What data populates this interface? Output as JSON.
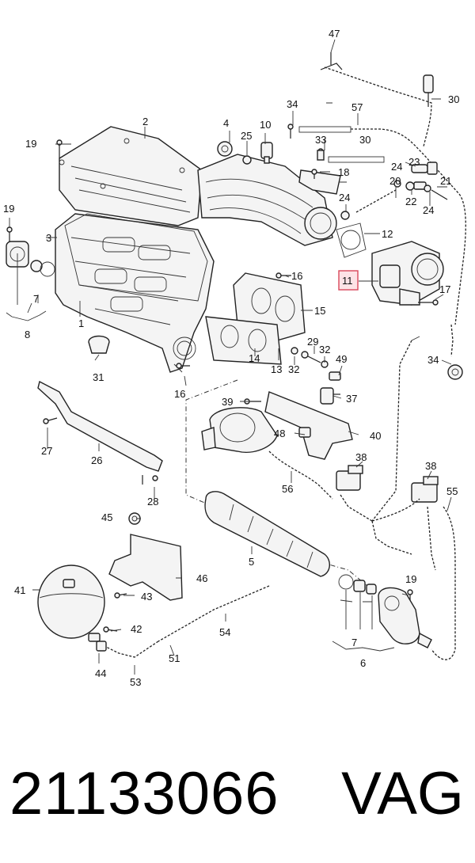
{
  "diagram": {
    "callouts": [
      "1",
      "2",
      "3",
      "4",
      "5",
      "6",
      "7",
      "7",
      "8",
      "10",
      "11",
      "12",
      "13",
      "14",
      "15",
      "16",
      "16",
      "17",
      "18",
      "19",
      "19",
      "19",
      "20",
      "21",
      "22",
      "23",
      "24",
      "24",
      "24",
      "25",
      "26",
      "27",
      "28",
      "29",
      "30",
      "30",
      "31",
      "32",
      "32",
      "33",
      "34",
      "34",
      "37",
      "38",
      "38",
      "39",
      "40",
      "41",
      "42",
      "43",
      "44",
      "45",
      "46",
      "47",
      "48",
      "49",
      "51",
      "53",
      "54",
      "55",
      "56",
      "57"
    ],
    "highlighted_callout": "11",
    "highlight_color": "#d9475a"
  },
  "footer": {
    "part_number": "21133066",
    "brand": "VAG"
  }
}
